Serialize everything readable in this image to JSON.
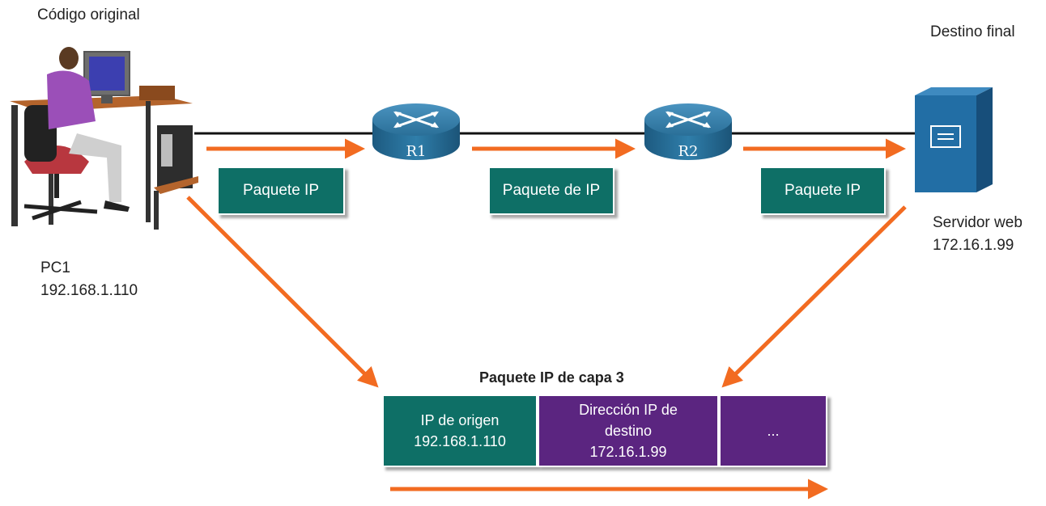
{
  "source": {
    "caption": "Código original",
    "host_name": "PC1",
    "host_ip": "192.168.1.110"
  },
  "destination": {
    "caption": "Destino final",
    "host_name": "Servidor web",
    "host_ip": "172.16.1.99"
  },
  "routers": [
    {
      "label": "R1"
    },
    {
      "label": "R2"
    }
  ],
  "packets": [
    {
      "label": "Paquete IP"
    },
    {
      "label": "Paquete de IP"
    },
    {
      "label": "Paquete IP"
    }
  ],
  "layer3_packet": {
    "title": "Paquete IP de capa 3",
    "source_field": {
      "line1": "IP de origen",
      "line2": "192.168.1.110"
    },
    "dest_field": {
      "line1": "Dirección IP de",
      "line2": "destino",
      "line3": "172.16.1.99"
    },
    "more_field": {
      "label": "..."
    }
  },
  "colors": {
    "packet_teal": "#0e6f66",
    "dest_purple": "#5b2580",
    "arrow_orange": "#f26b21",
    "router_blue": "#2a6f98",
    "server_blue": "#226ea5"
  }
}
